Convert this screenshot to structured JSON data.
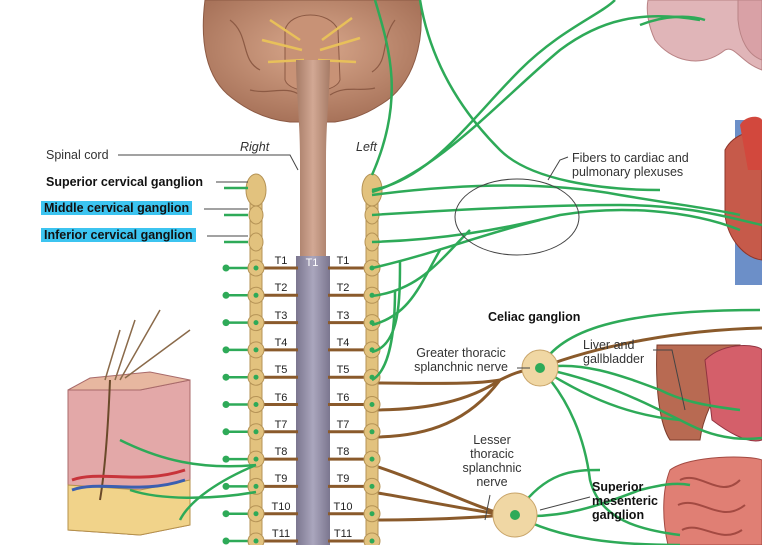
{
  "labels": {
    "side_right": "Right",
    "side_left": "Left",
    "spinal_cord": "Spinal cord",
    "superior_cervical_ganglion": "Superior cervical ganglion",
    "middle_cervical_ganglion": "Middle cervical ganglion",
    "inferior_cervical_ganglion": "Inferior cervical ganglion",
    "fibers_cardiac": "Fibers to cardiac and pulmonary plexuses",
    "celiac_ganglion": "Celiac ganglion",
    "greater_splanchnic": "Greater thoracic splanchnic nerve",
    "liver": "Liver and gallbladder",
    "lesser_splanchnic": "Lesser thoracic splanchnic nerve",
    "superior_mesenteric": "Superior mesenteric ganglion",
    "t1_cord": "T1"
  },
  "segments": [
    "T1",
    "T2",
    "T3",
    "T4",
    "T5",
    "T6",
    "T7",
    "T8",
    "T9",
    "T10",
    "T11"
  ],
  "colors": {
    "nerve_green": "#2eaa58",
    "nerve_brown": "#8a5a2b",
    "ganglion": "#e2c27e",
    "cord": "#b58e7a",
    "cord_gray": "#8f8aa6",
    "highlight": "#3cc4f0"
  }
}
